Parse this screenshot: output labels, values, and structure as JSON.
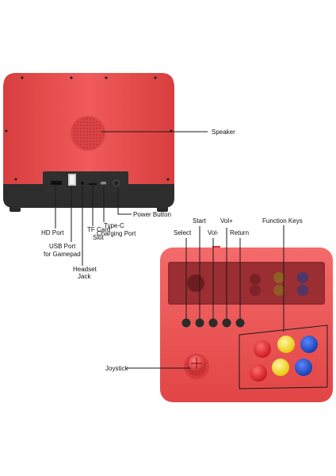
{
  "colors": {
    "body_red": "#ee4b4b",
    "body_dark": "#2b2b2b",
    "button_red": "#e8202a",
    "button_yellow": "#f4e21c",
    "button_blue": "#1d4fd6",
    "dot_black": "#1a1a1a"
  },
  "labels": {
    "speaker": "Speaker",
    "power_button": "Power Button",
    "hd_port": "HD Port",
    "usb_port_line1": "USB Port",
    "usb_port_line2": "for Gamepad",
    "headset_line1": "Headset",
    "headset_line2": "Jack",
    "tf_card_line1": "TF Card",
    "tf_card_line2": "Slot",
    "typec_line1": "Type-C",
    "typec_line2": "Charging Port",
    "select": "Select",
    "start": "Start",
    "vol_minus": "Vol-",
    "vol_plus": "Vol+",
    "return": "Return",
    "function_keys": "Function Keys",
    "joystick": "Joystick"
  }
}
